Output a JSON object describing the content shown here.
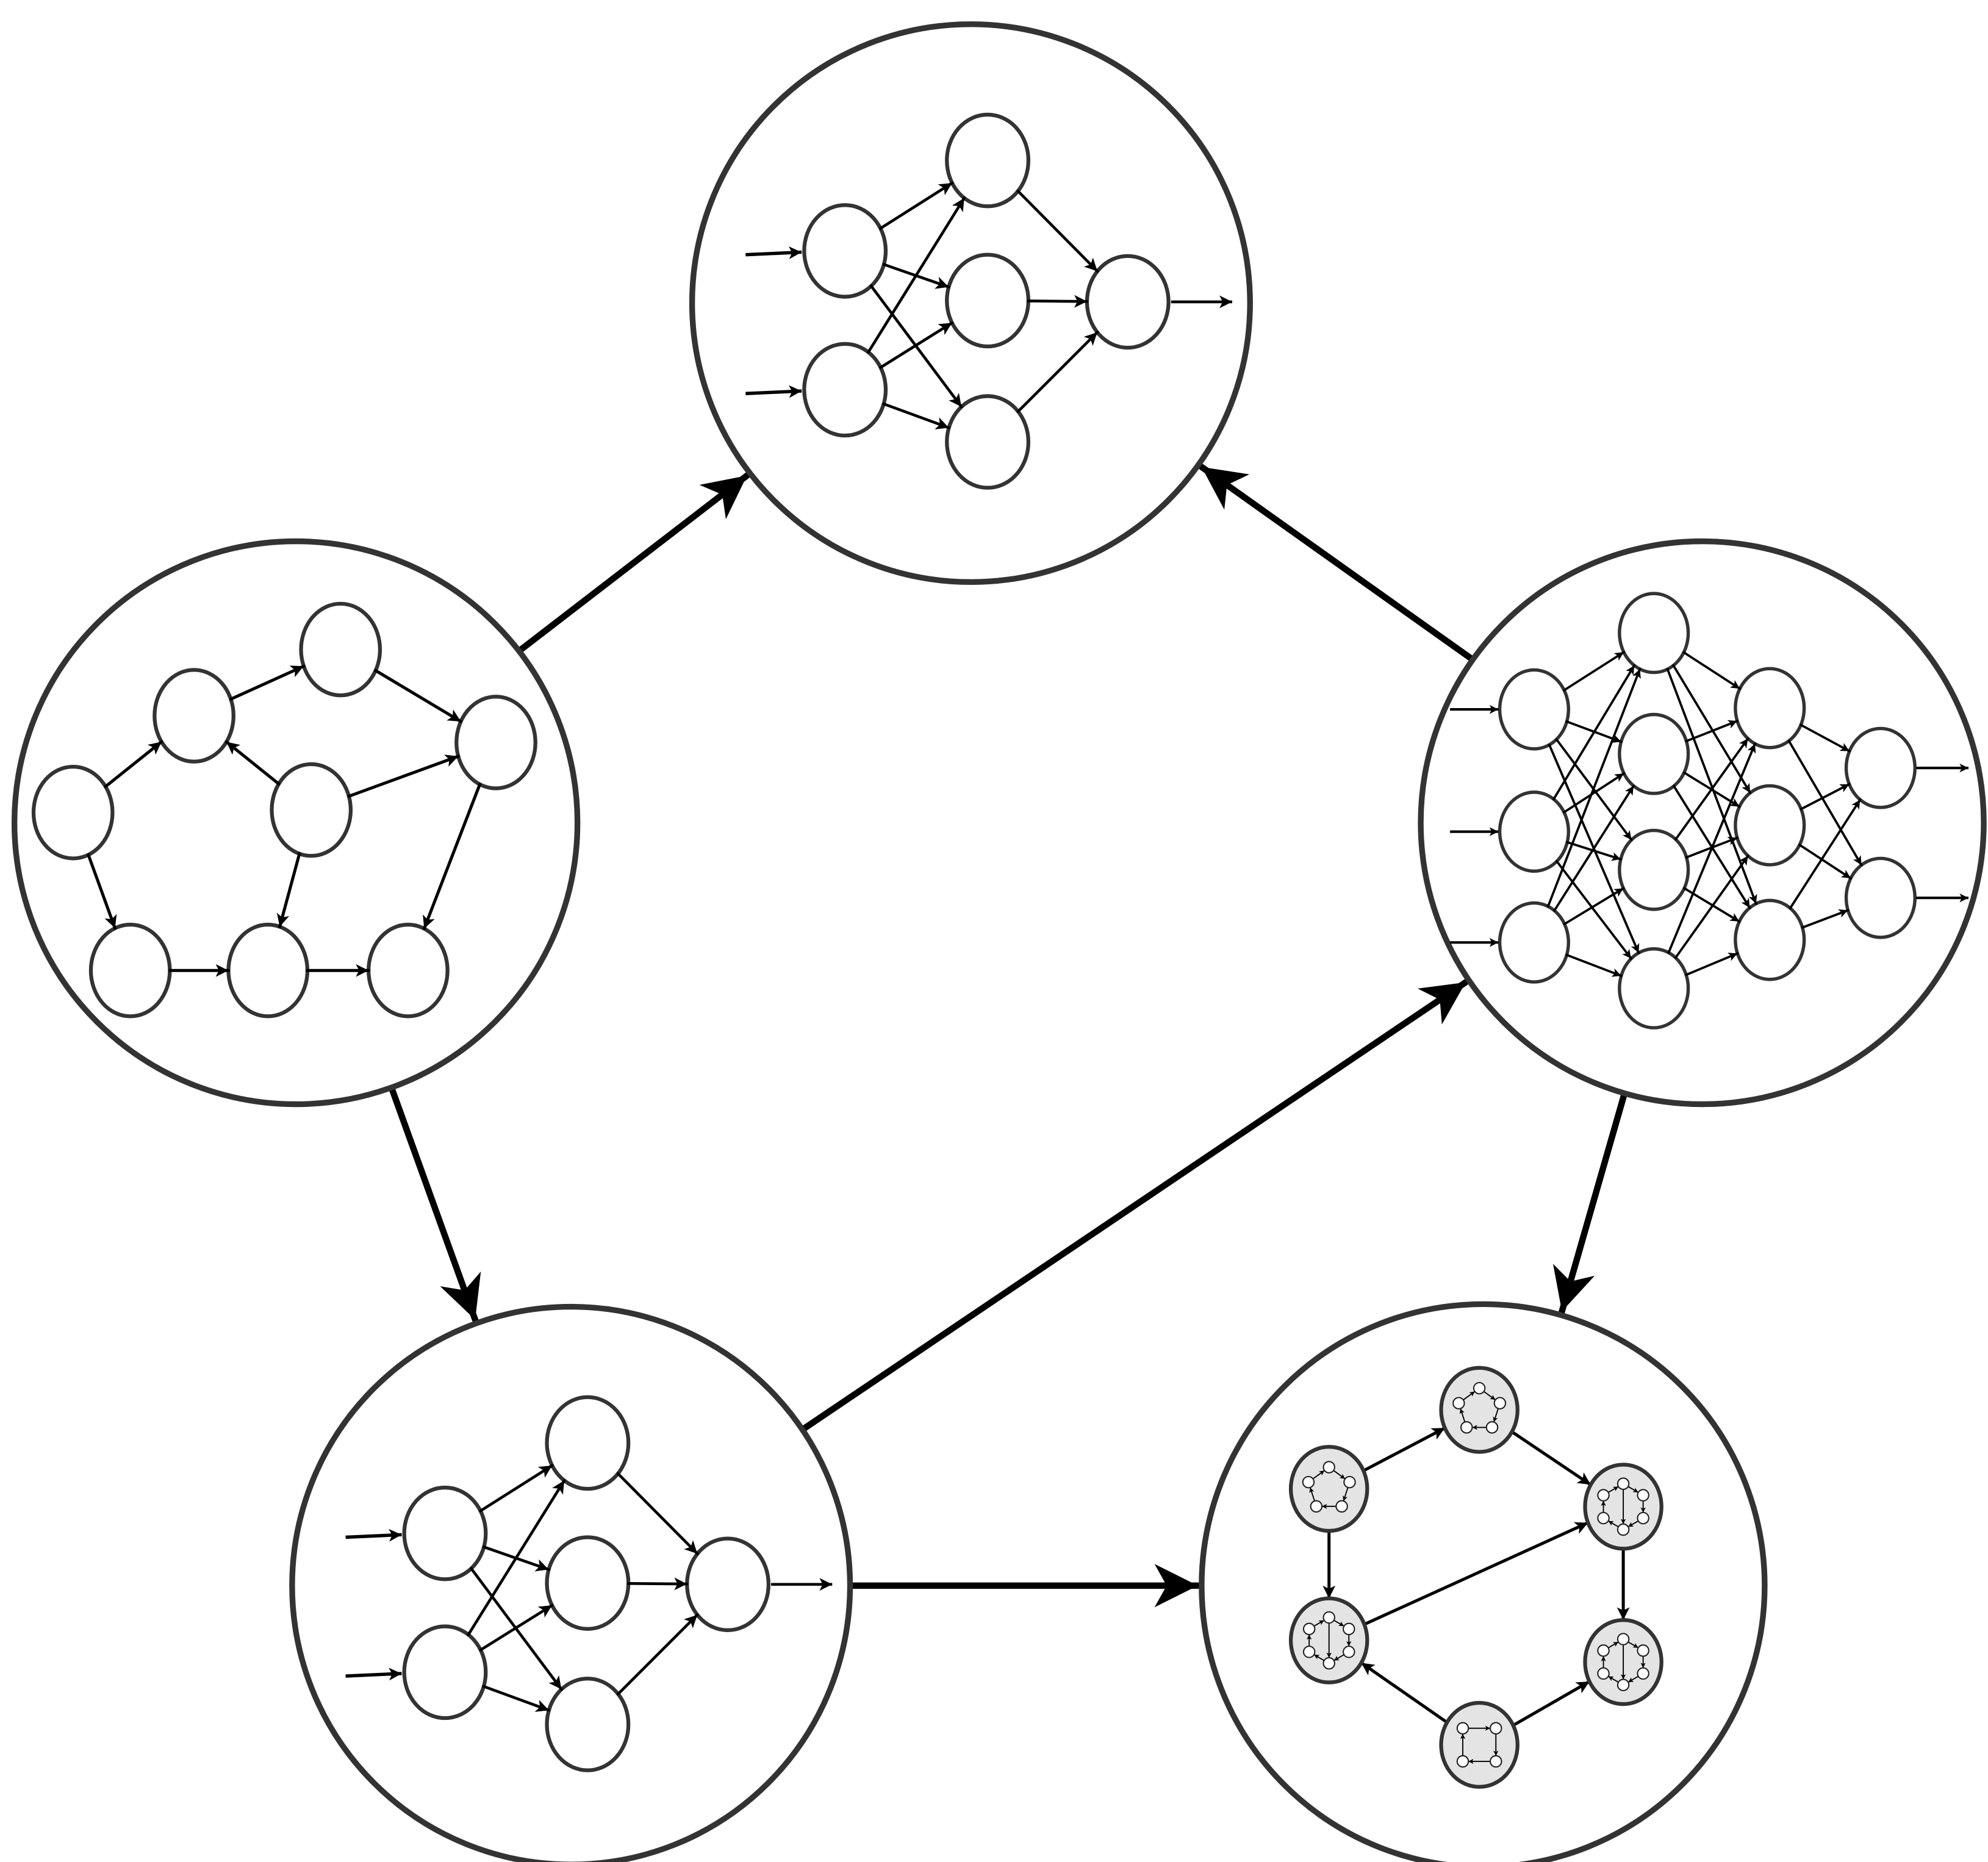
{
  "diagram": {
    "kind": "network-of-networks",
    "colors": {
      "stroke": "#333333",
      "arrow": "#000000",
      "background": "#ffffff",
      "mini_node_fill": "#e4e4e4"
    },
    "clusters": [
      {
        "id": "feedforward-small-top",
        "label": ""
      },
      {
        "id": "recurrent-left",
        "label": ""
      },
      {
        "id": "deep-network-right",
        "label": ""
      },
      {
        "id": "feedforward-small-bottom",
        "label": ""
      },
      {
        "id": "modular-bottom-right",
        "label": ""
      }
    ],
    "links": [
      {
        "from": "recurrent-left",
        "to": "feedforward-small-top"
      },
      {
        "from": "deep-network-right",
        "to": "feedforward-small-top"
      },
      {
        "from": "recurrent-left",
        "to": "feedforward-small-bottom"
      },
      {
        "from": "feedforward-small-bottom",
        "to": "deep-network-right"
      },
      {
        "from": "deep-network-right",
        "to": "modular-bottom-right"
      },
      {
        "from": "feedforward-small-bottom",
        "to": "modular-bottom-right"
      }
    ]
  }
}
